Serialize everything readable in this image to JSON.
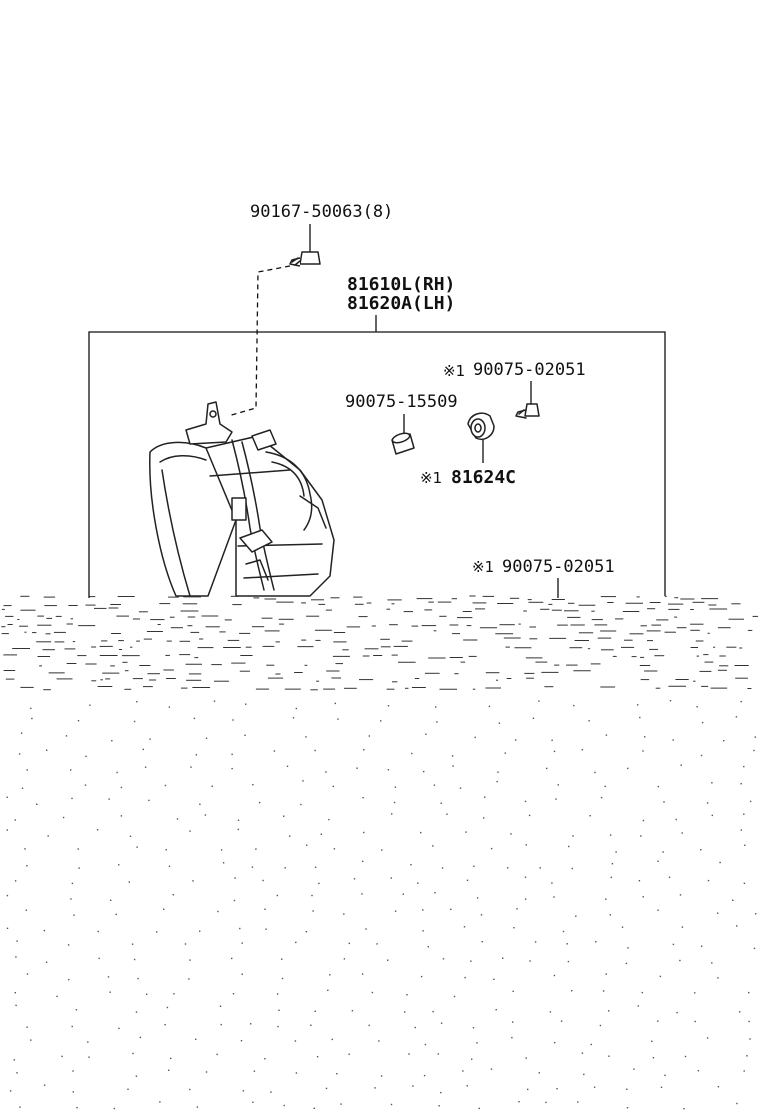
{
  "labels": {
    "bolt_top": "90167-50063(8)",
    "assembly_rh": "81610L(RH)",
    "assembly_lh": "81620A(LH)",
    "screw_upper_mark": "※1",
    "screw_upper": "90075-02051",
    "grommet": "90075-15509",
    "socket_mark": "※1",
    "socket": "81624C",
    "screw_lower_mark": "※1",
    "screw_lower": "90075-02051"
  }
}
